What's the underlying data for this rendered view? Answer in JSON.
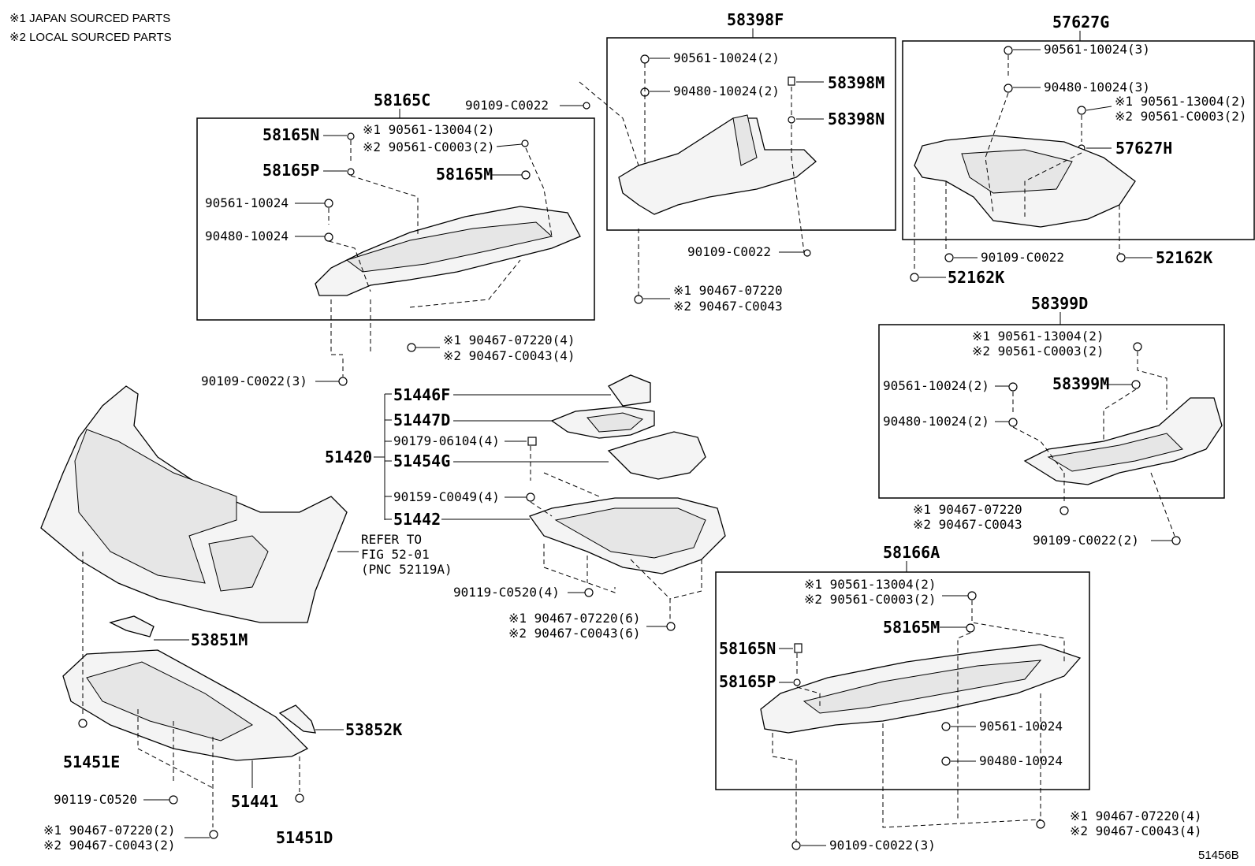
{
  "legend": {
    "note1": "※1 JAPAN SOURCED PARTS",
    "note2": "※2 LOCAL SOURCED PARTS"
  },
  "figure_id": "51456B",
  "groups": {
    "g58165C": {
      "title": "58165C",
      "labels": {
        "n58165N": "58165N",
        "n58165P": "58165P",
        "clip_a": "※1 90561-13004(2)",
        "clip_b": "※2 90561-C0003(2)",
        "n58165M": "58165M",
        "c90561": "90561-10024",
        "c90480": "90480-10024",
        "s1": "※1 90467-07220(4)",
        "s2": "※2 90467-C0043(4)",
        "bolt": "90109-C0022(3)",
        "top_bolt": "90109-C0022"
      }
    },
    "g58398F": {
      "title": "58398F",
      "labels": {
        "c90561": "90561-10024(2)",
        "c90480": "90480-10024(2)",
        "n58398M": "58398M",
        "n58398N": "58398N",
        "bolt": "90109-C0022",
        "s1": "※1 90467-07220",
        "s2": "※2 90467-C0043"
      }
    },
    "g57627G": {
      "title": "57627G",
      "labels": {
        "c90561": "90561-10024(3)",
        "c90480": "90480-10024(3)",
        "clip_a": "※1 90561-13004(2)",
        "clip_b": "※2 90561-C0003(2)",
        "n57627H": "57627H",
        "bolt": "90109-C0022",
        "n52162K_a": "52162K",
        "n52162K_b": "52162K"
      }
    },
    "g58399D": {
      "title": "58399D",
      "labels": {
        "clip_a": "※1 90561-13004(2)",
        "clip_b": "※2 90561-C0003(2)",
        "c90561": "90561-10024(2)",
        "n58399M": "58399M",
        "c90480": "90480-10024(2)",
        "s1": "※1 90467-07220",
        "s2": "※2 90467-C0043",
        "bolt": "90109-C0022(2)"
      }
    },
    "g51420": {
      "title": "51420",
      "labels": {
        "n51446F": "51446F",
        "n51447D": "51447D",
        "c90179": "90179-06104(4)",
        "n51454G": "51454G",
        "c90159": "90159-C0049(4)",
        "n51442": "51442",
        "c90119": "90119-C0520(4)",
        "s1": "※1 90467-07220(6)",
        "s2": "※2 90467-C0043(6)"
      }
    },
    "bumper": {
      "refer1": "REFER TO",
      "refer2": "FIG 52-01",
      "refer3": "(PNC 52119A)",
      "n53851M": "53851M",
      "n53852K": "53852K",
      "n51451E": "51451E",
      "n51441": "51441",
      "n51451D": "51451D",
      "c90119": "90119-C0520",
      "s1": "※1 90467-07220(2)",
      "s2": "※2 90467-C0043(2)"
    },
    "g58166A": {
      "title": "58166A",
      "labels": {
        "clip_a": "※1 90561-13004(2)",
        "clip_b": "※2 90561-C0003(2)",
        "n58165M": "58165M",
        "n58165N": "58165N",
        "n58165P": "58165P",
        "c90561": "90561-10024",
        "c90480": "90480-10024",
        "s1": "※1 90467-07220(4)",
        "s2": "※2 90467-C0043(4)",
        "bolt": "90109-C0022(3)"
      }
    }
  }
}
